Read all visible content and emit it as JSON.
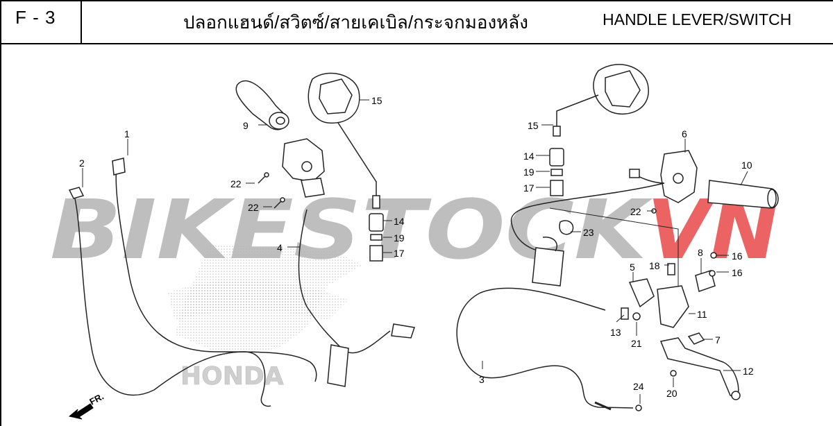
{
  "header": {
    "page_code": "F - 3",
    "title_thai": "ปลอกแฮนด์/สวิตซ์/สายเคเบิล/กระจกมองหลัง",
    "title_english": "HANDLE LEVER/SWITCH"
  },
  "watermark": {
    "text_grey": "BIKESTOCK",
    "text_red": "VN",
    "grey_color": "#b3b3b3",
    "red_color": "#e84848"
  },
  "background_logo": {
    "text": "HONDA"
  },
  "direction_marker": {
    "label": "FR."
  },
  "callouts": {
    "c1": "1",
    "c2": "2",
    "c3": "3",
    "c4": "4",
    "c5": "5",
    "c6": "6",
    "c7": "7",
    "c8": "8",
    "c9": "9",
    "c10": "10",
    "c11": "11",
    "c12": "12",
    "c13": "13",
    "c14a": "14",
    "c14b": "14",
    "c15a": "15",
    "c15b": "15",
    "c16a": "16",
    "c16b": "16",
    "c17a": "17",
    "c17b": "17",
    "c18": "18",
    "c19a": "19",
    "c19b": "19",
    "c20": "20",
    "c21": "21",
    "c22a": "22",
    "c22b": "22",
    "c22c": "22",
    "c23": "23",
    "c24": "24"
  }
}
